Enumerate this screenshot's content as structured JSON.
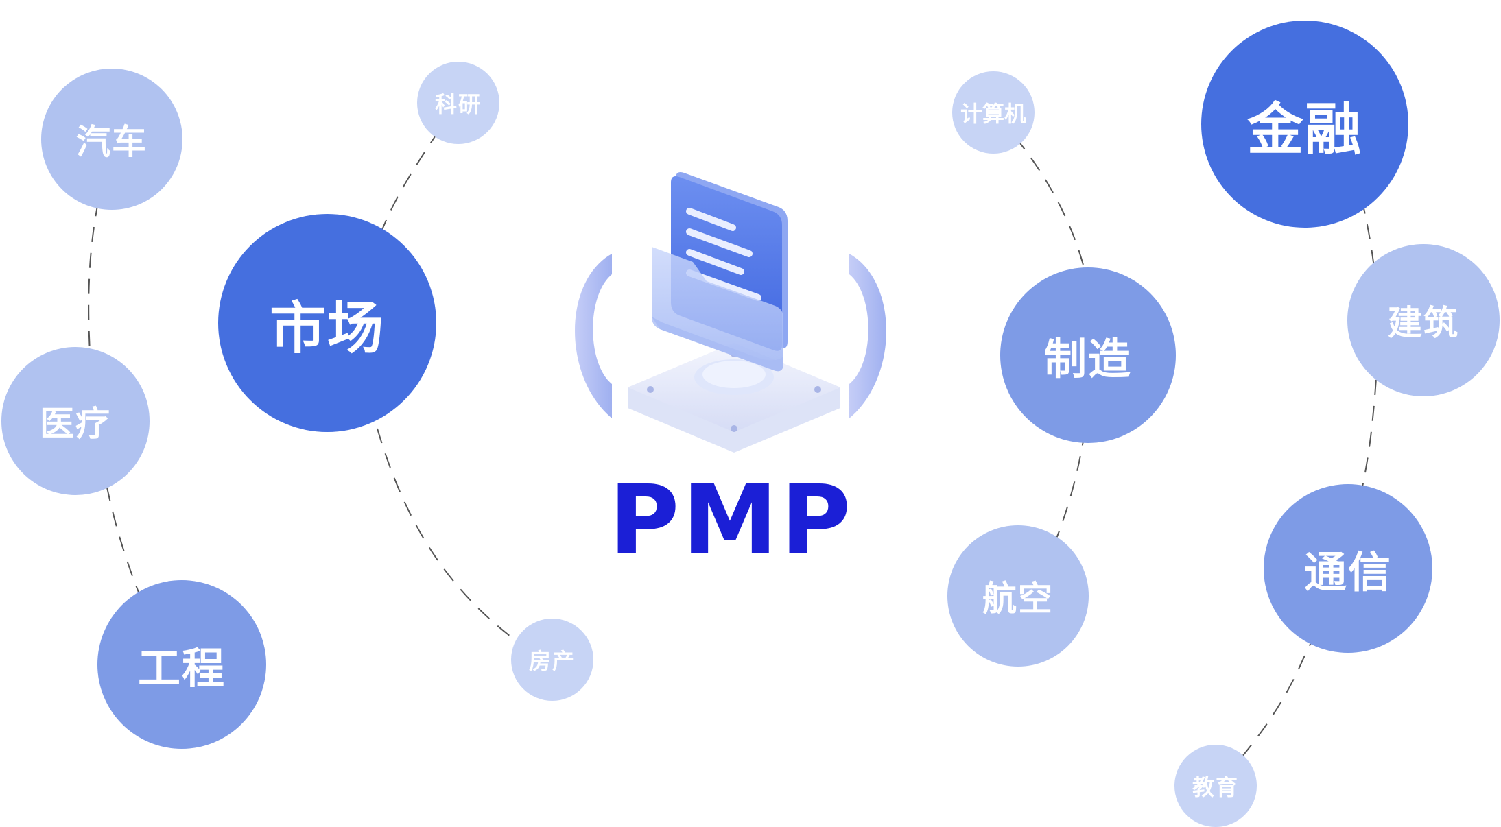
{
  "center": {
    "title": "PMP",
    "title_color": "#1b1fd6",
    "icon": "document-folder-icon"
  },
  "palette": {
    "primary": "#456fdf",
    "secondary": "#7e9be6",
    "tertiary": "#b0c2f0",
    "light": "#c7d4f5",
    "link": "#555555"
  },
  "nodes": {
    "market": "市场",
    "finance": "金融",
    "manufacturing": "制造",
    "engineering": "工程",
    "telecom": "通信",
    "automotive": "汽车",
    "medical": "医疗",
    "construction": "建筑",
    "aviation": "航空",
    "research": "科研",
    "real_estate": "房产",
    "computer": "计算机",
    "education": "教育"
  }
}
